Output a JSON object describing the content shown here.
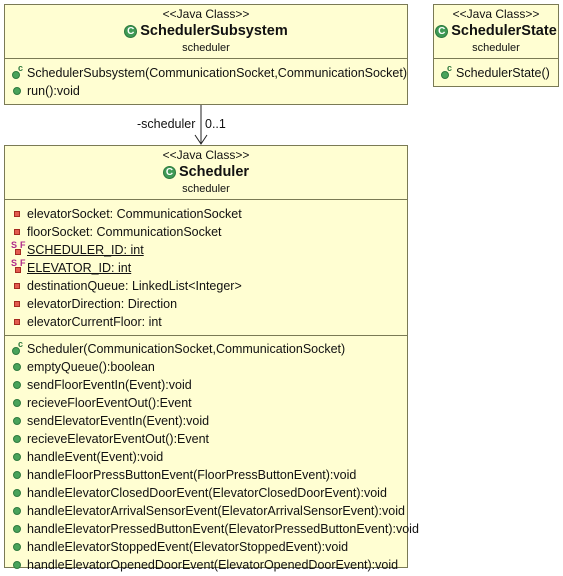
{
  "classes": {
    "scheduler_subsystem": {
      "stereotype": "<<Java Class>>",
      "name": "SchedulerSubsystem",
      "package": "scheduler",
      "methods": [
        {
          "text": "SchedulerSubsystem(CommunicationSocket,CommunicationSocket)",
          "icon": "constructor-icon"
        },
        {
          "text": "run():void",
          "icon": "public-method-icon"
        }
      ]
    },
    "scheduler_state": {
      "stereotype": "<<Java Class>>",
      "name": "SchedulerState",
      "package": "scheduler",
      "methods": [
        {
          "text": "SchedulerState()",
          "icon": "constructor-icon"
        }
      ]
    },
    "scheduler": {
      "stereotype": "<<Java Class>>",
      "name": "Scheduler",
      "package": "scheduler",
      "fields": [
        {
          "text": "elevatorSocket: CommunicationSocket",
          "icon": "private-field-icon"
        },
        {
          "text": "floorSocket: CommunicationSocket",
          "icon": "private-field-icon"
        },
        {
          "text": "SCHEDULER_ID: int",
          "icon": "static-final-field-icon"
        },
        {
          "text": "ELEVATOR_ID: int",
          "icon": "static-final-field-icon"
        },
        {
          "text": "destinationQueue: LinkedList<Integer>",
          "icon": "private-field-icon"
        },
        {
          "text": "elevatorDirection: Direction",
          "icon": "private-field-icon"
        },
        {
          "text": "elevatorCurrentFloor: int",
          "icon": "private-field-icon"
        }
      ],
      "methods": [
        {
          "text": "Scheduler(CommunicationSocket,CommunicationSocket)",
          "icon": "constructor-icon"
        },
        {
          "text": "emptyQueue():boolean",
          "icon": "public-method-icon"
        },
        {
          "text": "sendFloorEventIn(Event):void",
          "icon": "public-method-icon"
        },
        {
          "text": "recieveFloorEventOut():Event",
          "icon": "public-method-icon"
        },
        {
          "text": "sendElevatorEventIn(Event):void",
          "icon": "public-method-icon"
        },
        {
          "text": "recieveElevatorEventOut():Event",
          "icon": "public-method-icon"
        },
        {
          "text": "handleEvent(Event):void",
          "icon": "public-method-icon"
        },
        {
          "text": "handleFloorPressButtonEvent(FloorPressButtonEvent):void",
          "icon": "public-method-icon"
        },
        {
          "text": "handleElevatorClosedDoorEvent(ElevatorClosedDoorEvent):void",
          "icon": "public-method-icon"
        },
        {
          "text": "handleElevatorArrivalSensorEvent(ElevatorArrivalSensorEvent):void",
          "icon": "public-method-icon"
        },
        {
          "text": "handleElevatorPressedButtonEvent(ElevatorPressedButtonEvent):void",
          "icon": "public-method-icon"
        },
        {
          "text": "handleElevatorStoppedEvent(ElevatorStoppedEvent):void",
          "icon": "public-method-icon"
        },
        {
          "text": "handleElevatorOpenedDoorEvent(ElevatorOpenedDoorEvent):void",
          "icon": "public-method-icon"
        }
      ]
    }
  },
  "association": {
    "role": "-scheduler",
    "multiplicity": "0..1"
  },
  "colors": {
    "class_fill": "#fffed2",
    "class_border": "#7a7a55",
    "class_icon": "#3f9a55",
    "public_method": "#49a35a",
    "private_field": "#e35b4e",
    "static_marker": "#b02a8a"
  }
}
